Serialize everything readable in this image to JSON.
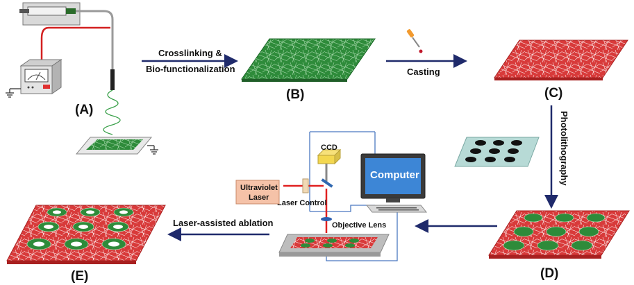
{
  "panels": {
    "a": "(A)",
    "b": "(B)",
    "c": "(C)",
    "d": "(D)",
    "e": "(E)"
  },
  "steps": {
    "crosslink_line1": "Crosslinking &",
    "crosslink_line2": "Bio-functionalization",
    "casting": "Casting",
    "photolithography": "Photolithography",
    "laser_ablation": "Laser-assisted ablation"
  },
  "setup": {
    "ccd": "CCD",
    "computer": "Computer",
    "uv_line1": "Ultraviolet",
    "uv_line2": "Laser",
    "laser_control": "Laser Control",
    "objective_lens": "Objective Lens"
  },
  "colors": {
    "arrow": "#1f2a6b",
    "fiber_green": "#2e8b3a",
    "fiber_red": "#d83a3a",
    "computer_screen": "#3d86d6"
  }
}
